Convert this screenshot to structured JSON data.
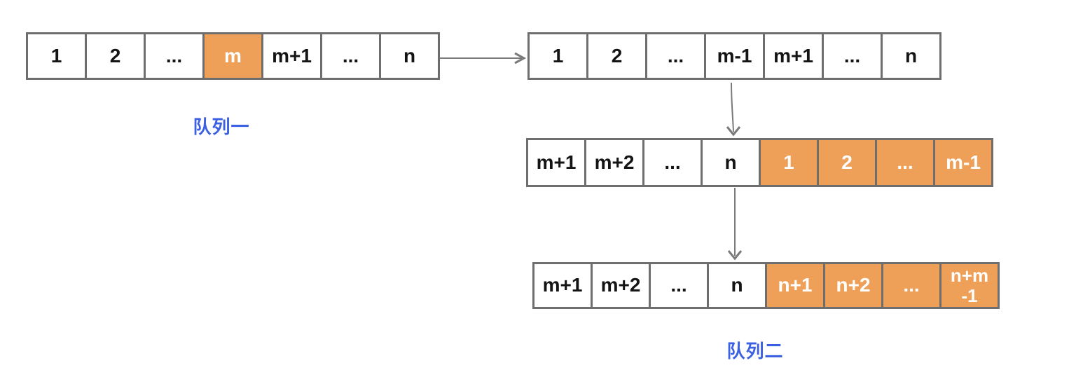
{
  "colors": {
    "orange": "#EFA058",
    "border": "#6E6E6E",
    "blue": "#3C60E2",
    "arrow": "#7A7A7A",
    "cell-text": "#141414",
    "highlight-text": "#FFFFFF"
  },
  "labels": {
    "queue1": "队列一",
    "queue2": "队列二"
  },
  "arrays": [
    {
      "name": "queue1-initial",
      "cells": [
        {
          "text": "1"
        },
        {
          "text": "2"
        },
        {
          "text": "..."
        },
        {
          "text": "m",
          "highlight": true
        },
        {
          "text": "m+1"
        },
        {
          "text": "..."
        },
        {
          "text": "n"
        }
      ]
    },
    {
      "name": "queue1-after-remove",
      "cells": [
        {
          "text": "1"
        },
        {
          "text": "2"
        },
        {
          "text": "..."
        },
        {
          "text": "m-1"
        },
        {
          "text": "m+1"
        },
        {
          "text": "..."
        },
        {
          "text": "n"
        }
      ]
    },
    {
      "name": "queue2-rotated",
      "cells": [
        {
          "text": "m+1"
        },
        {
          "text": "m+2"
        },
        {
          "text": "..."
        },
        {
          "text": "n"
        },
        {
          "text": "1",
          "highlight": true
        },
        {
          "text": "2",
          "highlight": true
        },
        {
          "text": "...",
          "highlight": true
        },
        {
          "text": "m-1",
          "highlight": true
        }
      ]
    },
    {
      "name": "queue2-renumbered",
      "cells": [
        {
          "text": "m+1"
        },
        {
          "text": "m+2"
        },
        {
          "text": "..."
        },
        {
          "text": "n"
        },
        {
          "text": "n+1",
          "highlight": true
        },
        {
          "text": "n+2",
          "highlight": true
        },
        {
          "text": "...",
          "highlight": true
        },
        {
          "text": "n+m\n-1",
          "highlight": true,
          "small": true
        }
      ]
    }
  ]
}
